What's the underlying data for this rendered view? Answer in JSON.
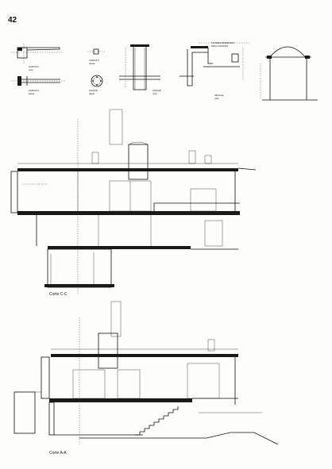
{
  "page_number": "42",
  "details": {
    "d1_label_a": "GARGOLA",
    "d1_label_a_sub": "corte",
    "d1_label_b": "GARGOLA",
    "d1_label_b_sub": "planta",
    "d2_label_a": "GARGOLA",
    "d2_label_a_sub": "alzado",
    "d2_label_b": "TANQUE",
    "d2_label_b_sub": "planta",
    "d3_label": "TANQUE",
    "d3_label_sub": "corte",
    "d4_note_a": "CILINDRO RESERVADO",
    "d4_note_b": "PARA LAVADORA",
    "d4_label": "DETALLE",
    "d4_label_sub": "vista"
  },
  "section_cc": {
    "caption": "Corte C-C"
  },
  "section_aa": {
    "caption": "Corte A-A"
  }
}
